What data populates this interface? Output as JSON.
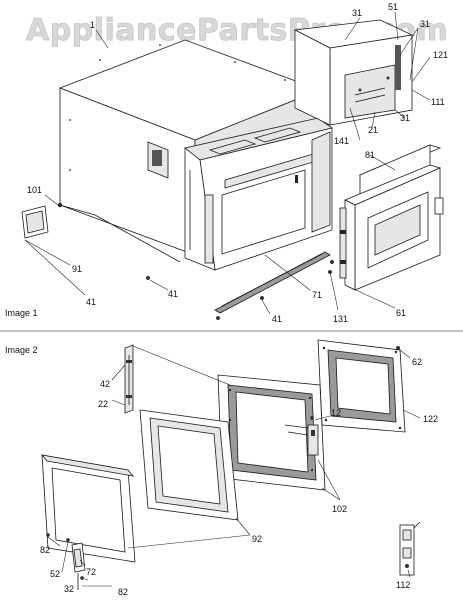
{
  "watermark": "AppliancePartsPros.com",
  "sections": {
    "image1": "Image 1",
    "image2": "Image 2"
  },
  "labels_image1": {
    "p1": "1",
    "p31a": "31",
    "p51": "51",
    "p31b": "31",
    "p121": "121",
    "p111": "111",
    "p31c": "31",
    "p21": "21",
    "p141": "141",
    "p81": "81",
    "p101": "101",
    "p91": "91",
    "p41a": "41",
    "p41b": "41",
    "p41c": "41",
    "p71": "71",
    "p131": "131",
    "p61": "61"
  },
  "labels_image2": {
    "p62": "62",
    "p42": "42",
    "p22": "22",
    "p12": "12",
    "p122": "122",
    "p102": "102",
    "p92": "92",
    "p82a": "82",
    "p52": "52",
    "p72": "72",
    "p32": "32",
    "p82b": "82",
    "p112": "112"
  }
}
